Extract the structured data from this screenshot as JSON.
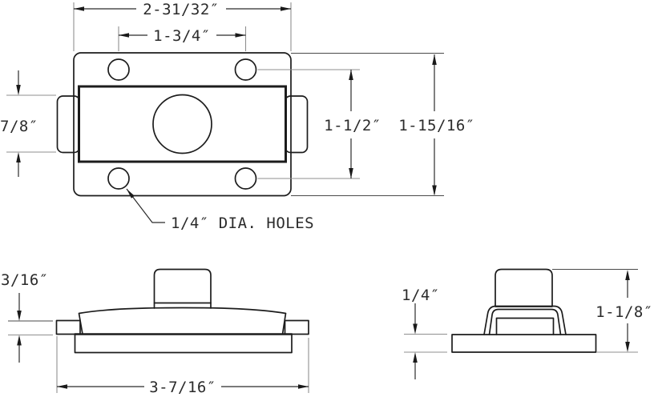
{
  "drawing": {
    "type": "technical-dimension-drawing",
    "part": "latch-plate-with-knob",
    "colors": {
      "background": "#ffffff",
      "object_line": "#1c1c1c",
      "dimension_line": "#2b2b2b",
      "extension_line": "#8f8f8f"
    },
    "top_view": {
      "overall_width": "2-31/32″",
      "hole_spacing_horizontal": "1-3/4″",
      "side_tab_height": "7/8″",
      "hole_spacing_vertical": "1-1/2″",
      "overall_height": "1-15/16″",
      "holes_callout": "1/4″ DIA. HOLES"
    },
    "front_view": {
      "tab_thickness": "3/16″",
      "overall_length": "3-7/16″"
    },
    "side_view": {
      "base_thickness": "1/4″",
      "overall_height": "1-1/8″"
    }
  }
}
